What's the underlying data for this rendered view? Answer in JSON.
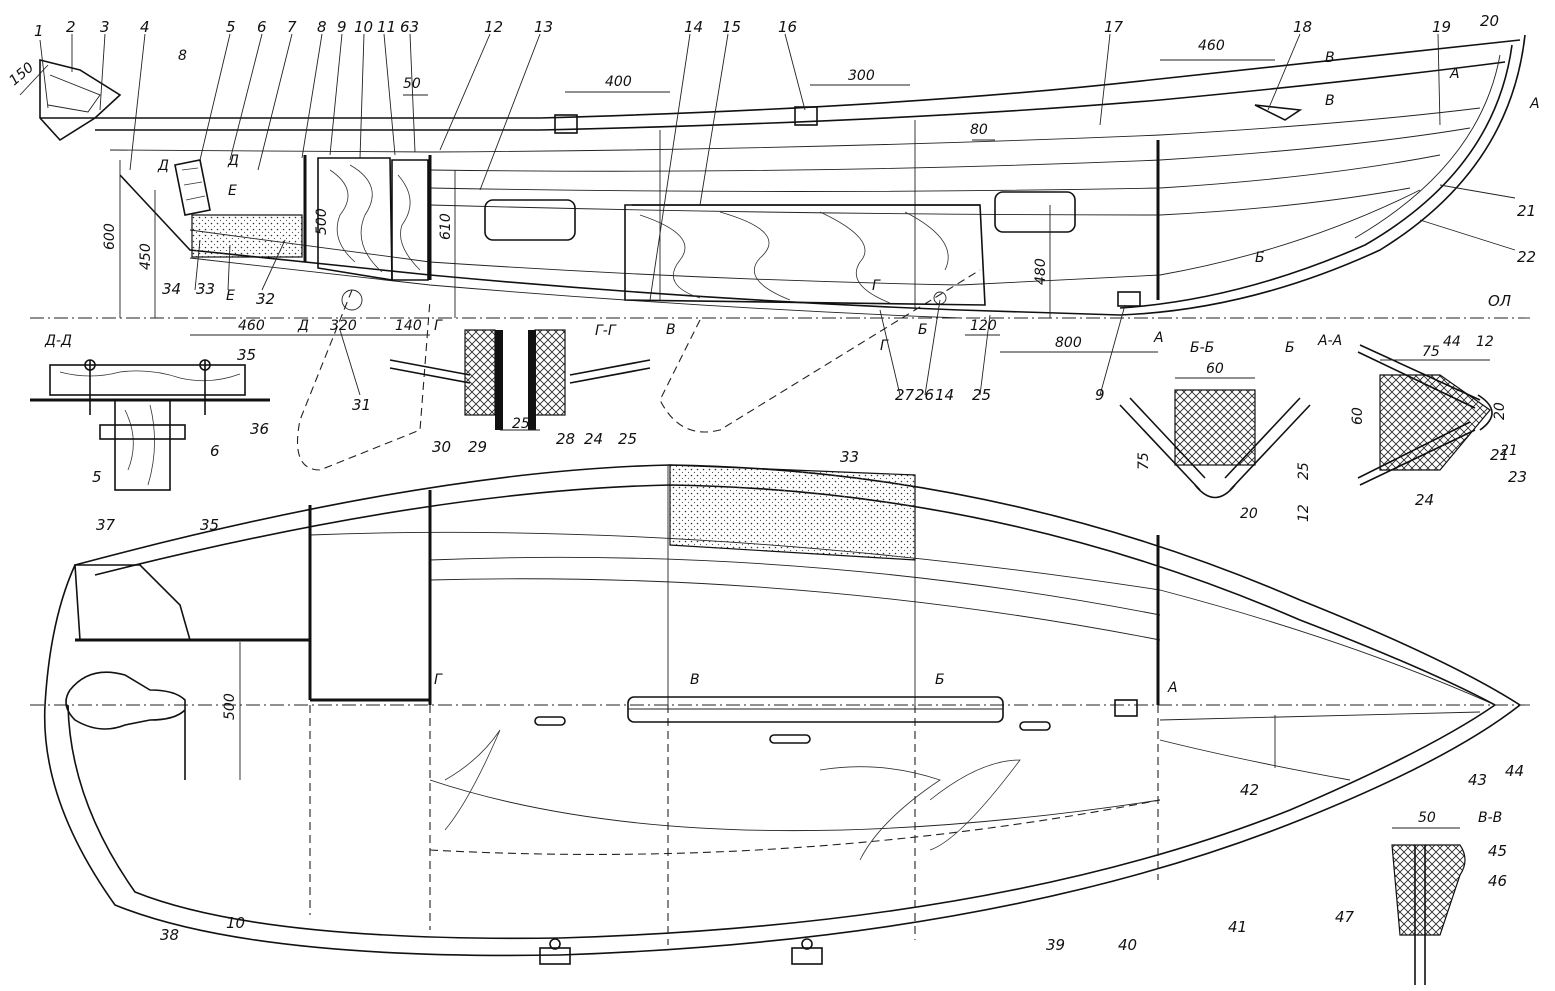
{
  "callouts": [
    "1",
    "2",
    "3",
    "4",
    "5",
    "6",
    "7",
    "8",
    "9",
    "10",
    "11",
    "63",
    "12",
    "13",
    "14",
    "15",
    "16",
    "17",
    "18",
    "19",
    "20",
    "21",
    "22",
    "34",
    "33",
    "32",
    "31",
    "30",
    "29",
    "28",
    "24",
    "25",
    "27",
    "26",
    "14",
    "25",
    "9",
    "5",
    "6",
    "36",
    "35",
    "21",
    "23",
    "24",
    "37",
    "35",
    "10",
    "38",
    "39",
    "40",
    "41",
    "42",
    "43",
    "44",
    "45",
    "46",
    "47",
    "33"
  ],
  "dimensions": [
    "150",
    "8",
    "50",
    "400",
    "300",
    "460",
    "80",
    "600",
    "450",
    "500",
    "610",
    "480",
    "460",
    "320",
    "140",
    "120",
    "800",
    "75",
    "44",
    "12",
    "60",
    "20",
    "21",
    "60",
    "75",
    "25",
    "20",
    "12",
    "500",
    "25",
    "50"
  ],
  "sections": [
    "Д-Д",
    "Г-Г",
    "Б-Б",
    "А-А",
    "В-В"
  ],
  "markers": [
    "Д",
    "Д",
    "Е",
    "Е",
    "Г",
    "В",
    "Б",
    "А",
    "Г",
    "В",
    "Б",
    "А",
    "Б",
    "В",
    "В",
    "А",
    "А",
    "Г",
    "Д",
    "Б",
    "Г"
  ],
  "waterline": "ОЛ"
}
